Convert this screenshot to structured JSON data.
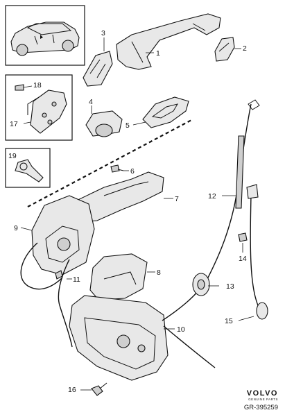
{
  "callouts": [
    "1",
    "2",
    "3",
    "4",
    "5",
    "6",
    "7",
    "8",
    "9",
    "10",
    "11",
    "12",
    "13",
    "14",
    "15",
    "16",
    "17",
    "18",
    "19"
  ],
  "brand": {
    "name": "VOLVO",
    "sub": "GENUINE PARTS"
  },
  "drawing_ref": "GR-395259"
}
